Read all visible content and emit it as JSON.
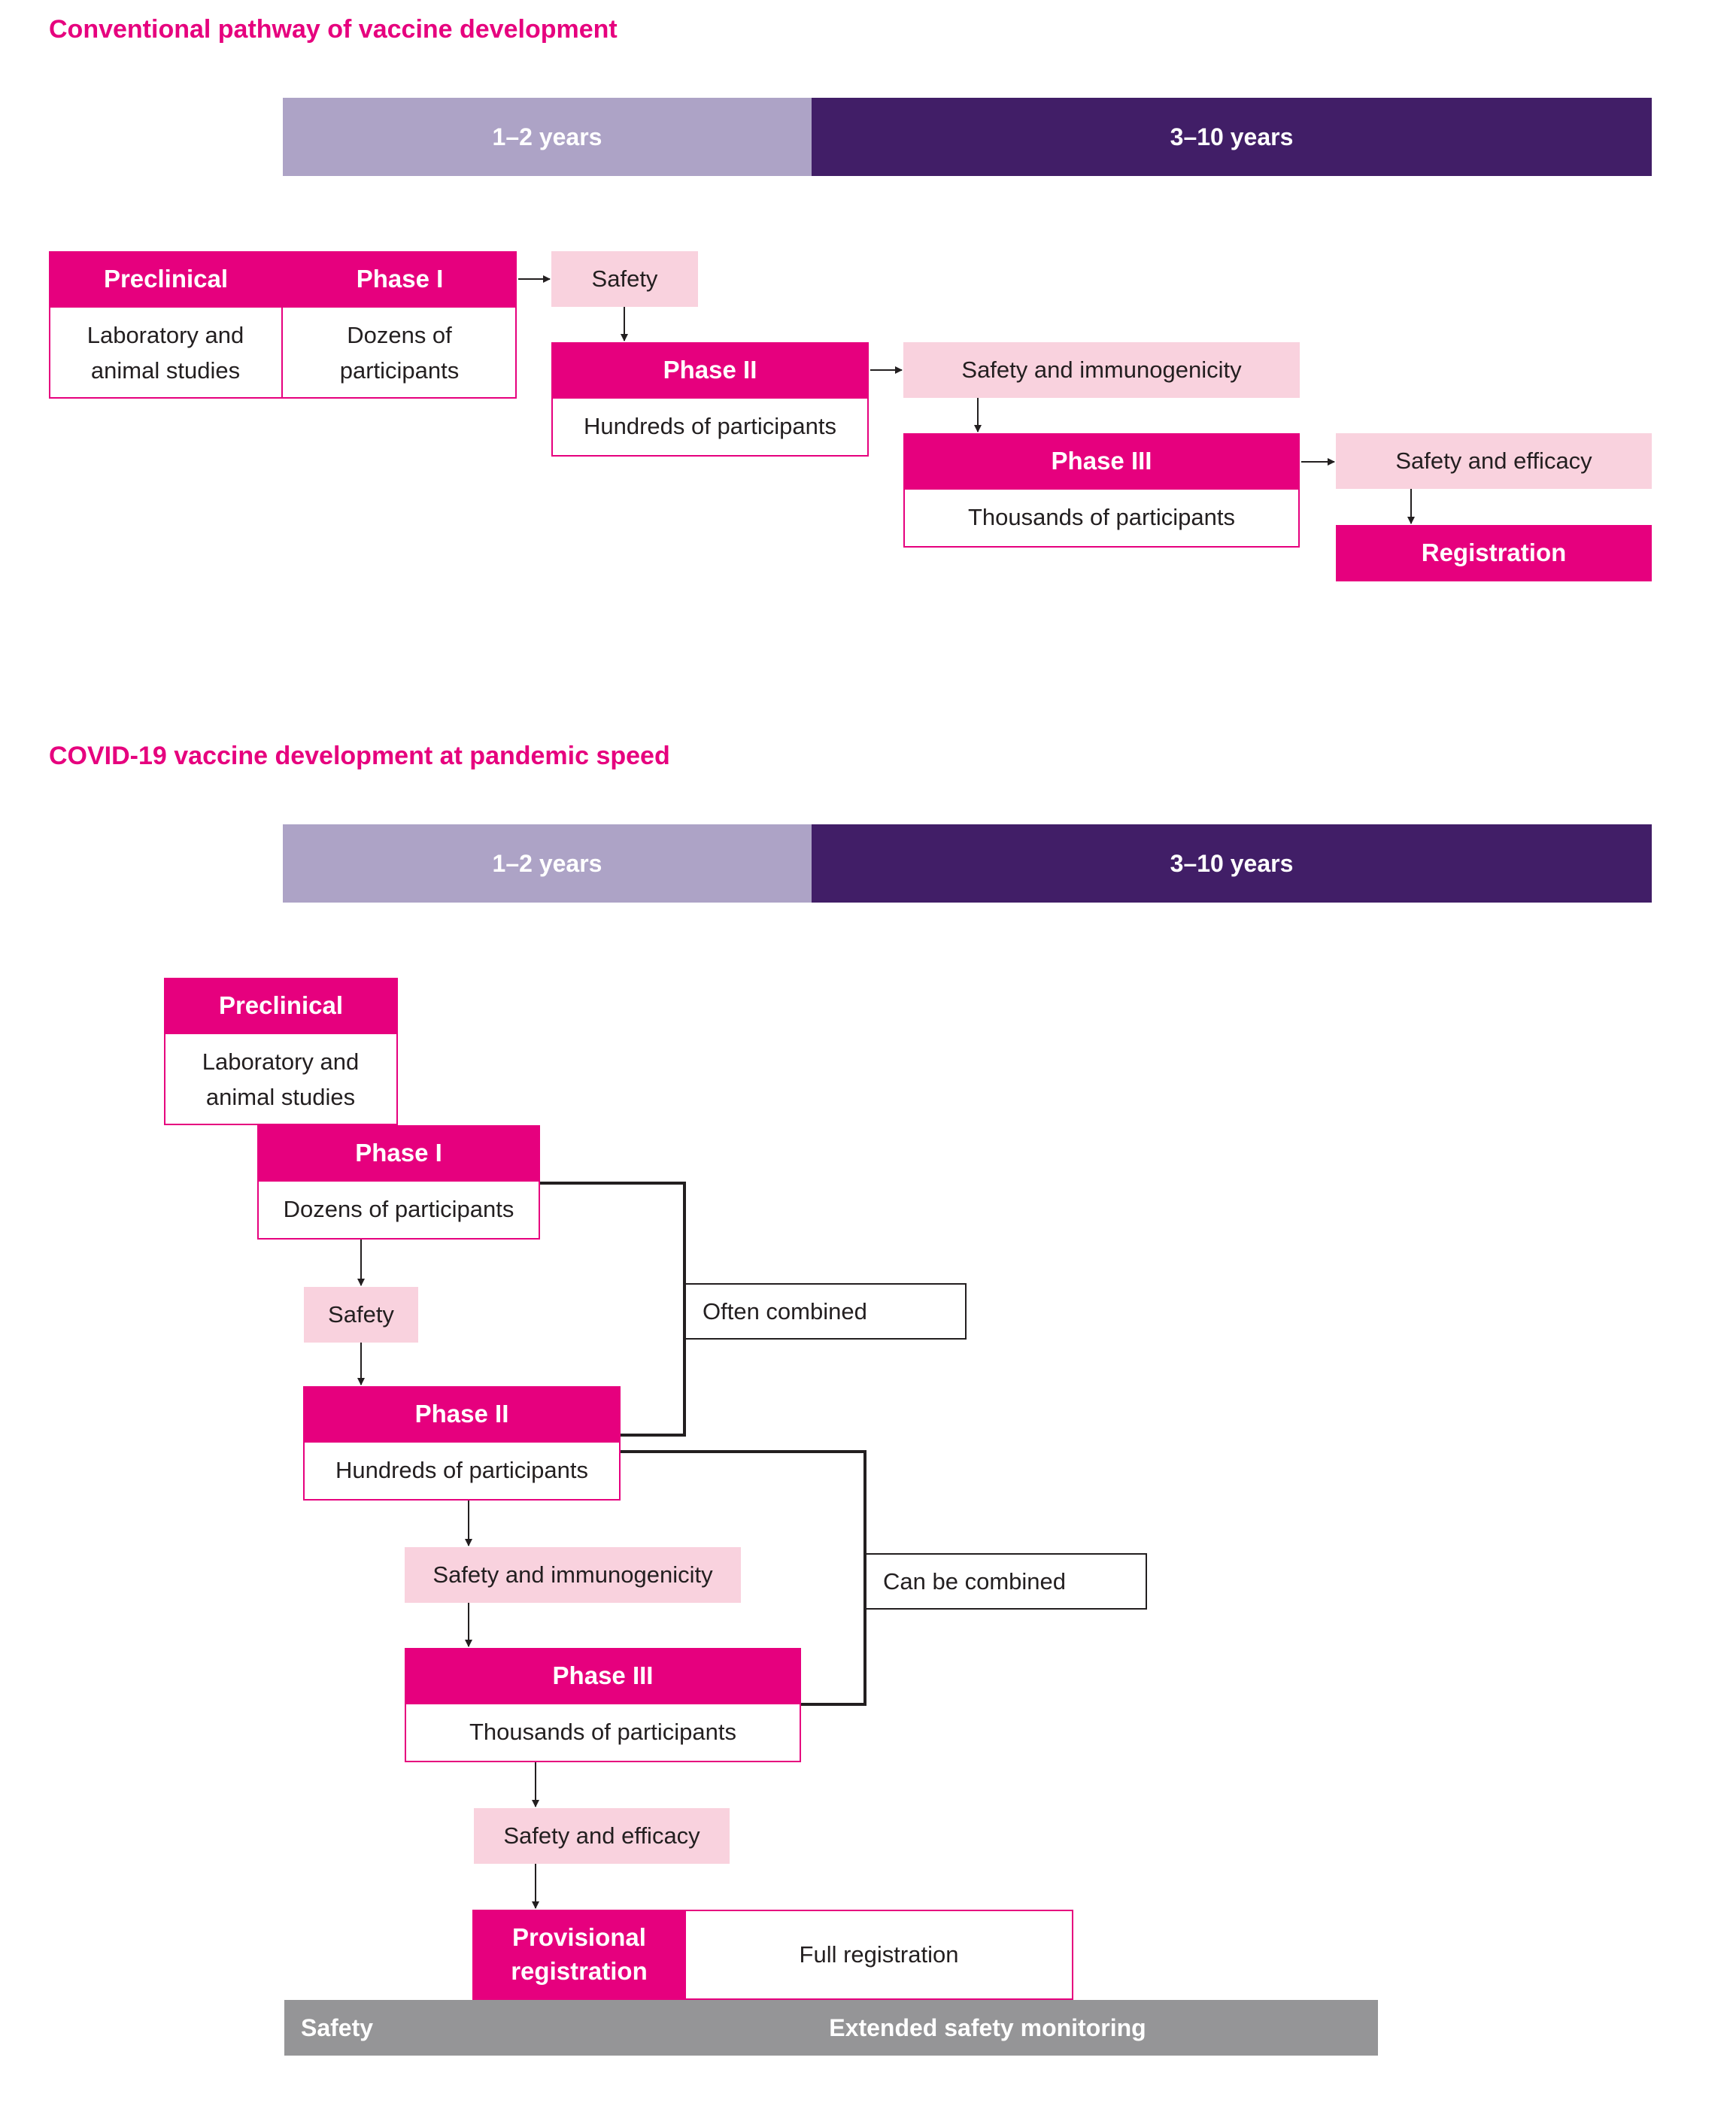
{
  "colors": {
    "accent": "#e6007e",
    "light_pink": "#f9d2de",
    "lavender": "#ada3c6",
    "dark_purple": "#411e67",
    "grey": "#959597"
  },
  "conventional": {
    "title": "Conventional pathway of vaccine development",
    "timeline": [
      "1–2 years",
      "3–10 years"
    ],
    "preclinical": {
      "label": "Preclinical",
      "desc": "Laboratory and animal studies"
    },
    "phase1": {
      "label": "Phase I",
      "desc": "Dozens of participants"
    },
    "phase1_outcome": "Safety",
    "phase2": {
      "label": "Phase II",
      "desc": "Hundreds of participants"
    },
    "phase2_outcome": "Safety and immunogenicity",
    "phase3": {
      "label": "Phase III",
      "desc": "Thousands of participants"
    },
    "phase3_outcome": "Safety and efficacy",
    "registration": "Registration"
  },
  "pandemic": {
    "title": "COVID-19 vaccine development at pandemic speed",
    "timeline": [
      "1–2 years",
      "3–10 years"
    ],
    "preclinical": {
      "label": "Preclinical",
      "desc": "Laboratory and animal studies"
    },
    "phase1": {
      "label": "Phase I",
      "desc": "Dozens of participants"
    },
    "phase1_outcome": "Safety",
    "phase2": {
      "label": "Phase II",
      "desc": "Hundreds of participants"
    },
    "phase2_outcome": "Safety and immunogenicity",
    "phase3": {
      "label": "Phase III",
      "desc": "Thousands of participants"
    },
    "phase3_outcome": "Safety and efficacy",
    "note_often_combined": "Often combined",
    "note_can_be_combined": "Can be combined",
    "provisional_registration": "Provisional registration",
    "full_registration": "Full registration",
    "monitoring": [
      "Safety",
      "Extended safety monitoring"
    ]
  }
}
